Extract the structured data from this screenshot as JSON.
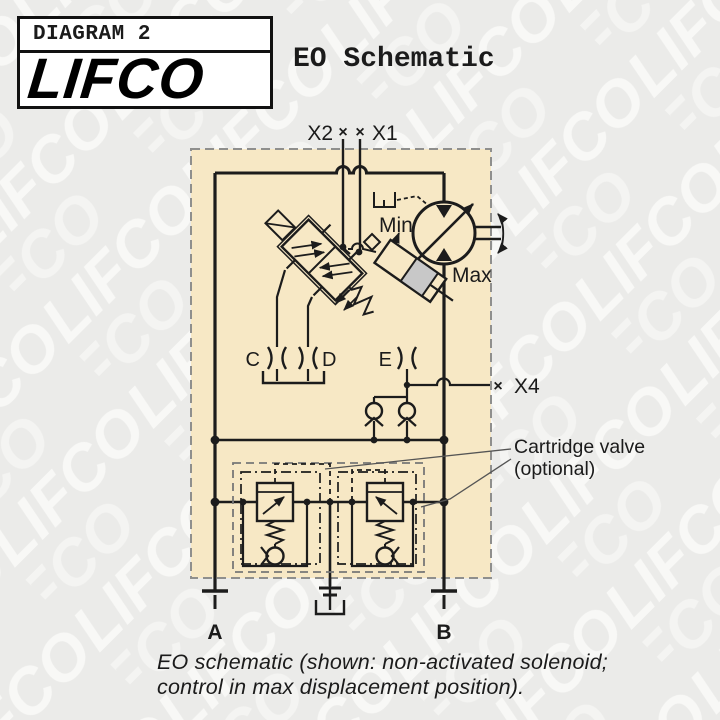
{
  "header": {
    "diagram_label": "DIAGRAM 2",
    "brand": "LIFCO",
    "title": "EO Schematic"
  },
  "schematic": {
    "port_labels": {
      "x2": "X2",
      "x1": "X1",
      "x4": "X4",
      "a": "A",
      "b": "B",
      "c": "C",
      "d": "D",
      "e": "E"
    },
    "text_labels": {
      "min": "Min",
      "max": "Max"
    },
    "annotation": {
      "line1": "Cartridge valve",
      "line2": "(optional)"
    },
    "icons": {
      "plug_mark": "×"
    },
    "colors": {
      "panel_beige": "#f7e8c5",
      "line_black": "#1c1c1c",
      "background_gray": "#ebebe9",
      "dashed_border_gray": "#8f8f8d",
      "piston_gray": "#c8c8c8"
    }
  },
  "caption": {
    "line1": "EO schematic (shown: non-activated solenoid;",
    "line2": "control in max displacement position)."
  }
}
